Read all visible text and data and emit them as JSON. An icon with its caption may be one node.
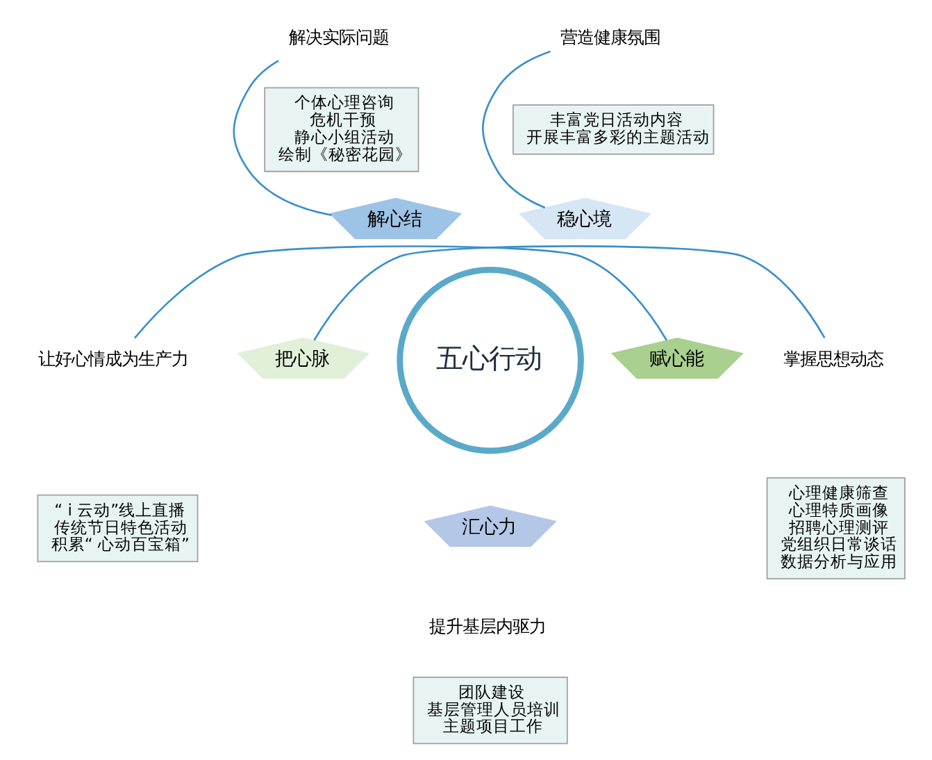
{
  "diagram": {
    "nodes": [
      {
        "text": [
          "五心行动"
        ]
      },
      {
        "text": [
          "解心结"
        ]
      },
      {
        "text": [
          "稳心境"
        ]
      },
      {
        "text": [
          "赋心能"
        ]
      },
      {
        "text": [
          "汇心力"
        ]
      },
      {
        "text": [
          "把心脉"
        ]
      },
      {
        "text": [
          "解决实际问题"
        ]
      },
      {
        "text": [
          "个体心理咨询",
          "危机干预",
          "静心小组活动",
          "绘制《秘密花园》"
        ]
      },
      {
        "text": [
          "营造健康氛围"
        ]
      },
      {
        "text": [
          "丰富党日活动内容",
          "开展丰富多彩的主题活动"
        ]
      },
      {
        "text": [
          "让好心情成为生产力"
        ]
      },
      {
        "text": [
          "“ i 云动”线上直播",
          "传统节日特色活动",
          "积累“ 心动百宝箱”"
        ]
      },
      {
        "text": [
          "提升基层内驱力"
        ]
      },
      {
        "text": [
          "团队建设",
          "基层管理人员培训",
          "主题项目工作"
        ]
      },
      {
        "text": [
          "掌握思想动态"
        ]
      },
      {
        "text": [
          "心理健康筛查",
          "心理特质画像",
          "招聘心理测评",
          "党组织日常谈话",
          "数据分析与应用"
        ]
      }
    ],
    "edges": [
      {
        "from": 6,
        "to": 1,
        "arrow": "none"
      },
      {
        "from": 8,
        "to": 2,
        "arrow": "none"
      },
      {
        "from": 10,
        "to": 3,
        "arrow": "none"
      },
      {
        "from": 14,
        "to": 5,
        "arrow": "none"
      }
    ]
  }
}
